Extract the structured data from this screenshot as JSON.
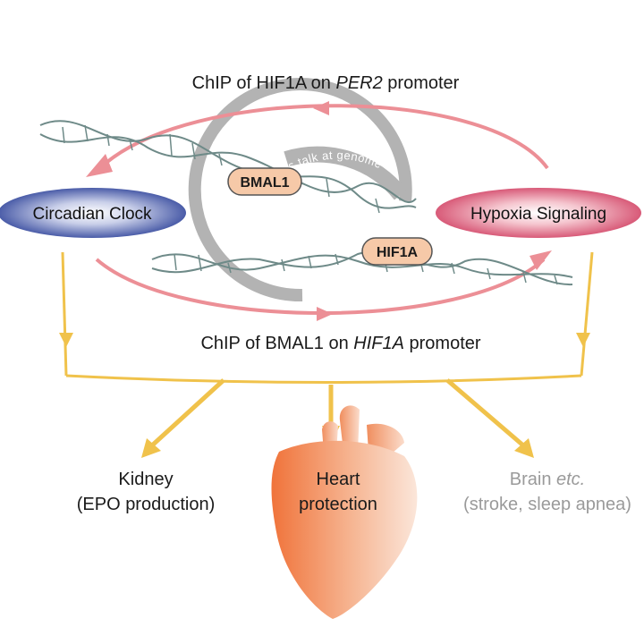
{
  "top_label": {
    "prefix": "ChIP of HIF1A on ",
    "gene": "PER2",
    "suffix": " promoter"
  },
  "bottom_label": {
    "prefix": "ChIP of BMAL1 on ",
    "gene": "HIF1A",
    "suffix": " promoter"
  },
  "left_node": "Circadian Clock",
  "right_node": "Hypoxia Signaling",
  "pill_upper": "BMAL1",
  "pill_lower": "HIF1A",
  "cross_talk": "cross talk at genome",
  "outcomes": {
    "kidney": {
      "line1": "Kidney",
      "line2": "(EPO production)"
    },
    "heart": {
      "line1": "Heart",
      "line2": "protection"
    },
    "brain": {
      "line1_main": "Brain ",
      "line1_italic": "etc.",
      "line2": "(stroke, sleep apnea)"
    }
  },
  "colors": {
    "pink_arrow": "#ec8f96",
    "gold_arrow": "#f0c24b",
    "gray_ring": "#b3b3b3",
    "clock_blue": "#4a5ca8",
    "hypoxia_pink": "#e0738a",
    "pill_fill": "#f6c9a8",
    "dna_stroke": "#6e8a88"
  }
}
